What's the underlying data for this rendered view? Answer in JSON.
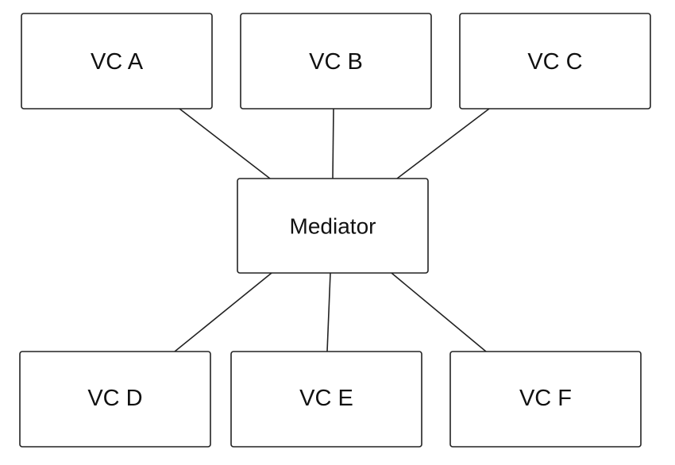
{
  "diagram": {
    "nodes": {
      "vc_a": "VC A",
      "vc_b": "VC B",
      "vc_c": "VC C",
      "mediator": "Mediator",
      "vc_d": "VC D",
      "vc_e": "VC E",
      "vc_f": "VC F"
    },
    "edges": [
      [
        "vc_a",
        "mediator"
      ],
      [
        "vc_b",
        "mediator"
      ],
      [
        "vc_c",
        "mediator"
      ],
      [
        "mediator",
        "vc_d"
      ],
      [
        "mediator",
        "vc_e"
      ],
      [
        "mediator",
        "vc_f"
      ]
    ],
    "colors": {
      "stroke": "#222222",
      "fill": "#ffffff",
      "text": "#111111"
    }
  }
}
